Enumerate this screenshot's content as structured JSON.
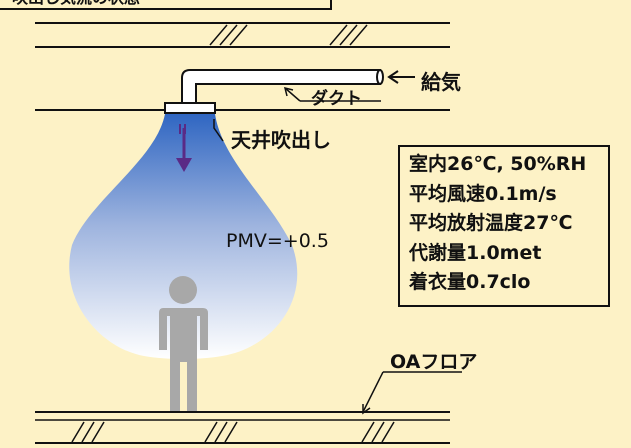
{
  "title": "吹出し気流の状態",
  "labels": {
    "supply_air": "給気",
    "duct": "ダクト",
    "ceiling_outlet": "天井吹出し",
    "pmv": "PMV=+0.5",
    "oa_floor": "OAフロア"
  },
  "conditions": [
    "室内26℃, 50%RH",
    "平均風速0.1m/s",
    "平均放射温度27℃",
    "代謝量1.0met",
    "着衣量0.7clo"
  ],
  "colors": {
    "background": "#fdf2c6",
    "airflow_top": "#2f66c2",
    "airflow_bottom": "#ffffff",
    "person": "#a8a8a8",
    "arrow": "#5a2a86",
    "line": "#111111"
  }
}
